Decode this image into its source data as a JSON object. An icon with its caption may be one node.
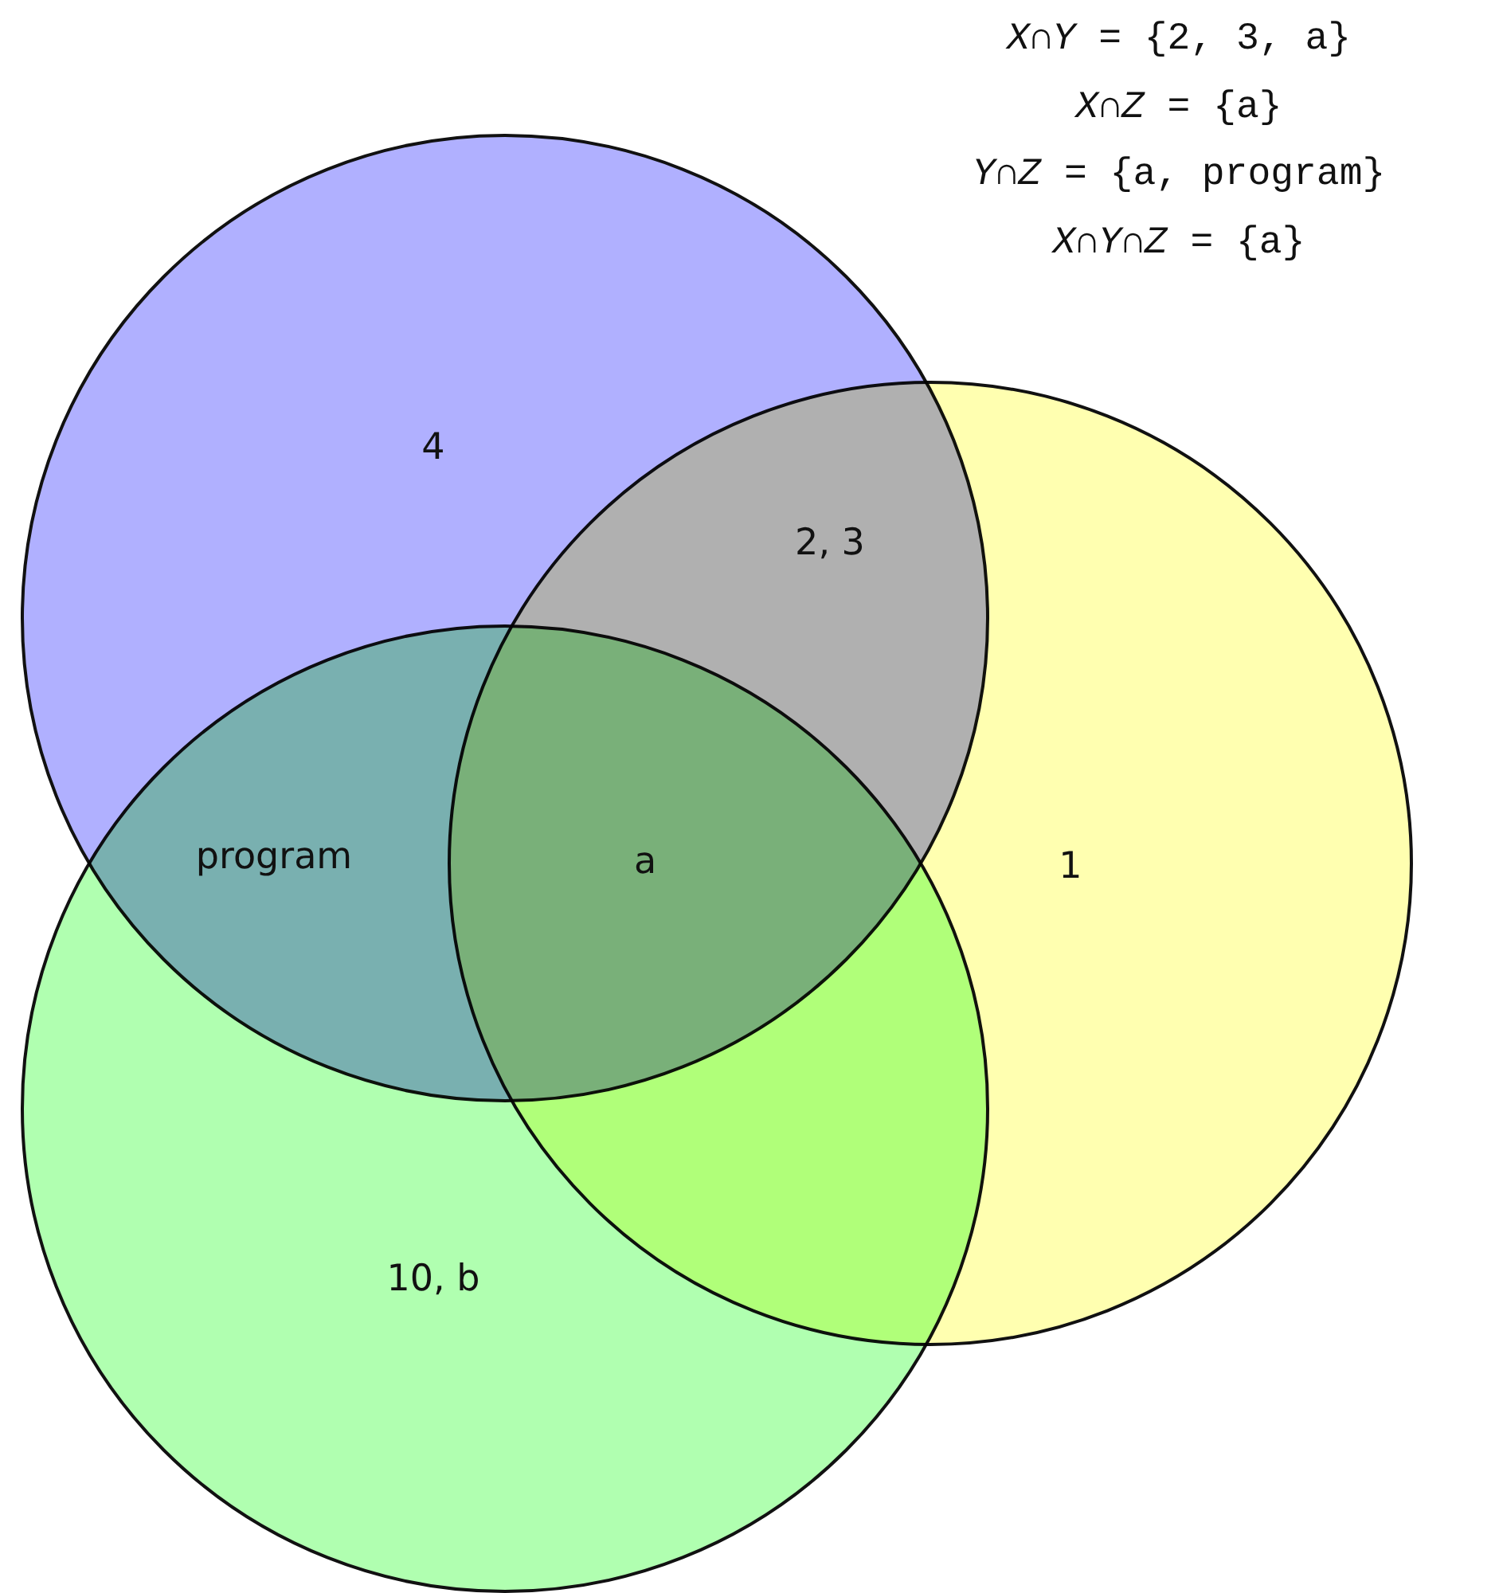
{
  "diagram": {
    "nodes": [
      {
        "text": [],
        "shape": "circle"
      },
      {
        "text": [],
        "shape": "circle"
      },
      {
        "text": [],
        "shape": "circle"
      }
    ],
    "labels": [
      "*X*∩*Y* = {2, 3, a}",
      "*X*∩*Z* = {a}",
      "*Y*∩*Z* = {a, program}",
      "*X*∩*Y*∩*Z* = {a}",
      "4",
      "2, 3",
      "program",
      "a",
      "1",
      "10, b"
    ]
  }
}
